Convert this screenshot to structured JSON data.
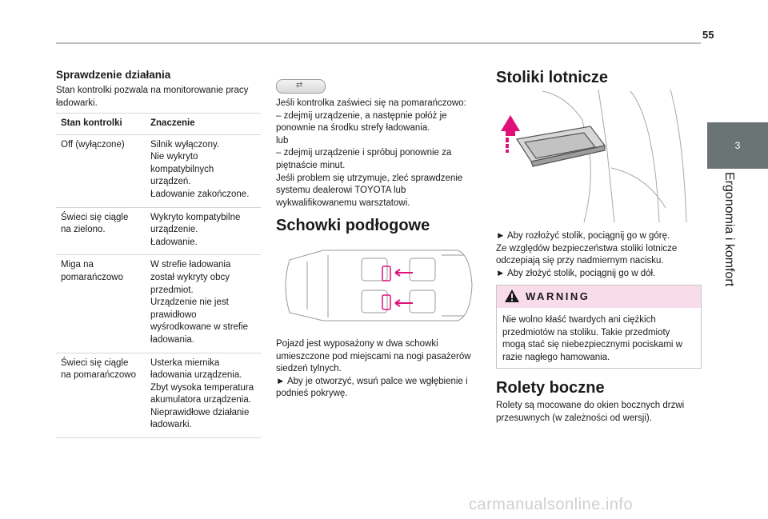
{
  "page_number": "55",
  "side_tab": {
    "chapter": "3",
    "title": "Ergonomia i komfort"
  },
  "col1": {
    "heading": "Sprawdzenie działania",
    "intro": "Stan kontrolki pozwala na monitorowanie pracy ładowarki.",
    "table": {
      "headers": [
        "Stan kontrolki",
        "Znaczenie"
      ],
      "rows": [
        [
          "Off (wyłączone)",
          "Silnik wyłączony.\nNie wykryto kompatybilnych urządzeń.\nŁadowanie zakończone."
        ],
        [
          "Świeci się ciągle na zielono.",
          "Wykryto kompatybilne urządzenie.\nŁadowanie."
        ],
        [
          "Miga na pomarańczowo",
          "W strefie ładowania został wykryty obcy przedmiot.\nUrządzenie nie jest prawidłowo wyśrodkowane w strefie ładowania."
        ],
        [
          "Świeci się ciągle na pomarańczowo",
          "Usterka miernika ładowania urządzenia.\nZbyt wysoka temperatura akumulatora urządzenia.\nNieprawidłowe działanie ładowarki."
        ]
      ]
    }
  },
  "col2": {
    "orange_text": "Jeśli kontrolka zaświeci się na pomarańczowo:\n– zdejmij urządzenie, a następnie połóż je ponownie na środku strefy ładowania.\nlub\n– zdejmij urządzenie i spróbuj ponownie za piętnaście minut.\nJeśli problem się utrzymuje, zleć sprawdzenie systemu dealerowi TOYOTA lub wykwalifikowanemu warsztatowi.",
    "heading": "Schowki podłogowe",
    "text": "Pojazd jest wyposażony w dwa schowki umieszczone pod miejscami na nogi pasażerów siedzeń tylnych.\n► Aby je otworzyć, wsuń palce we wgłębienie i podnieś pokrywę."
  },
  "col3": {
    "heading": "Stoliki lotnicze",
    "text": "► Aby rozłożyć stolik, pociągnij go w górę.\nZe względów bezpieczeństwa stoliki lotnicze odczepiają się przy nadmiernym nacisku.\n► Aby złożyć stolik, pociągnij go w dół.",
    "warning": {
      "title": "WARNING",
      "text": "Nie wolno kłaść twardych ani ciężkich przedmiotów na stoliku. Takie przedmioty mogą stać się niebezpiecznymi pociskami w razie nagłego hamowania."
    },
    "heading2": "Rolety boczne",
    "text2": "Rolety są mocowane do okien bocznych drzwi przesuwnych (w zależności od wersji)."
  },
  "watermark": "carmanualsonline.info",
  "colors": {
    "accent_pink": "#e0107a",
    "warning_bg": "#f9dcea",
    "tab_bg": "#6b7474"
  }
}
